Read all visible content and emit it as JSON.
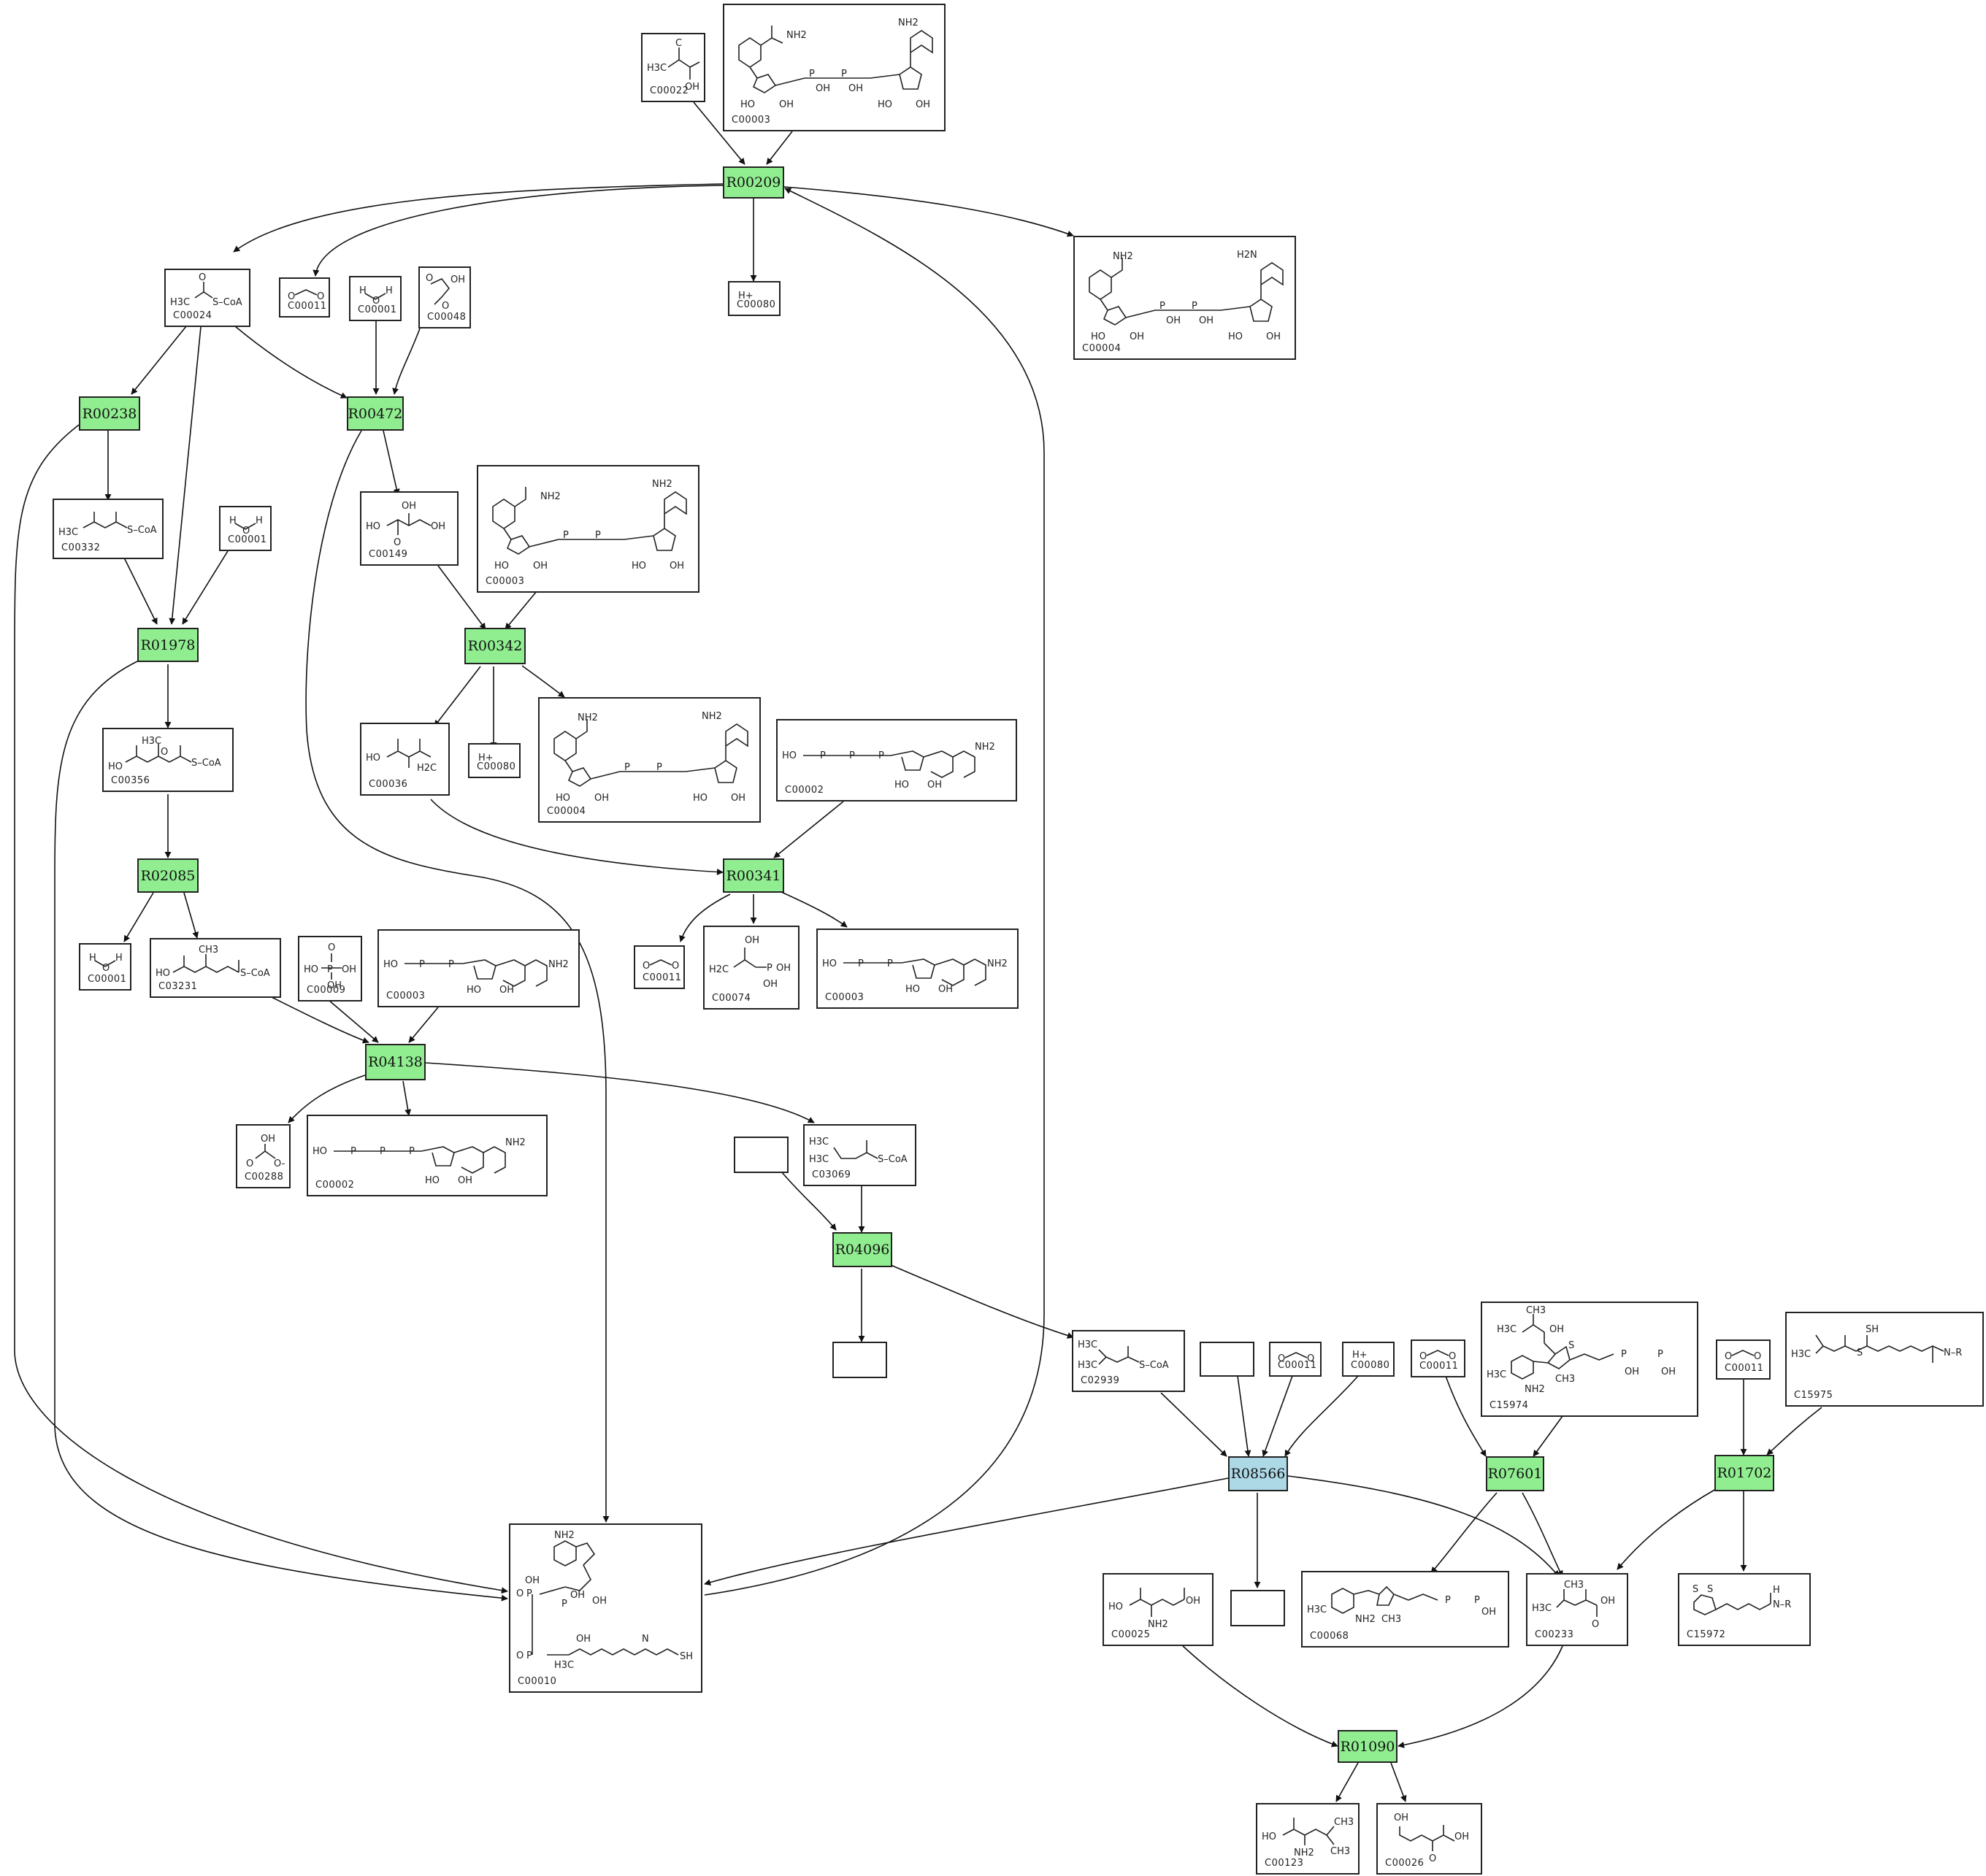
{
  "reactions": [
    {
      "id": "R00209",
      "color": "#90ee90"
    },
    {
      "id": "R00238",
      "color": "#90ee90"
    },
    {
      "id": "R00472",
      "color": "#90ee90"
    },
    {
      "id": "R01978",
      "color": "#90ee90"
    },
    {
      "id": "R00342",
      "color": "#90ee90"
    },
    {
      "id": "R02085",
      "color": "#90ee90"
    },
    {
      "id": "R00341",
      "color": "#90ee90"
    },
    {
      "id": "R04138",
      "color": "#90ee90"
    },
    {
      "id": "R04096",
      "color": "#90ee90"
    },
    {
      "id": "R08566",
      "color": "#add8e6"
    },
    {
      "id": "R07601",
      "color": "#90ee90"
    },
    {
      "id": "R01702",
      "color": "#90ee90"
    },
    {
      "id": "R01090",
      "color": "#90ee90"
    }
  ],
  "compounds": {
    "c00022": "C00022",
    "c00003a": "C00003",
    "c00024": "C00024",
    "c00011a": "C00011",
    "c00001a": "C00001",
    "c00048": "C00048",
    "c00080a": "C00080",
    "c00004a": "C00004",
    "c00332": "C00332",
    "c00001b": "C00001",
    "c00149": "C00149",
    "c00003b": "C00003",
    "c00356": "C00356",
    "c00036": "C00036",
    "c00080b": "C00080",
    "c00004b": "C00004",
    "c00002a": "C00002",
    "c00001c": "C00001",
    "c03231": "C03231",
    "c00009": "C00009",
    "c00003c": "C00003",
    "c00011b": "C00011",
    "c00074": "C00074",
    "c00003d": "C00003",
    "c00288": "C00288",
    "c00002b": "C00002",
    "c03069": "C03069",
    "c02939": "C02939",
    "c00011c": "C00011",
    "c00080c": "C00080",
    "c00011d": "C00011",
    "c15974": "C15974",
    "c00011e": "C00011",
    "c15975": "C15975",
    "c00010": "C00010",
    "c00025": "C00025",
    "c00068": "C00068",
    "c00233": "C00233",
    "c15972": "C15972",
    "c00123": "C00123",
    "c00026": "C00026"
  },
  "structure_text": {
    "nh2": "NH2",
    "h2n": "H2N",
    "oh": "OH",
    "ho": "HO",
    "p": "P",
    "o": "O",
    "s_coa": "S–CoA",
    "h3c": "H3C",
    "ch3": "CH3",
    "h_plus": "H+",
    "sh": "SH",
    "nh_r": "N–R",
    "h": "H",
    "c": "C",
    "ch2": "H2C",
    "s": "S",
    "n": "N",
    "o_minus": "O-"
  }
}
